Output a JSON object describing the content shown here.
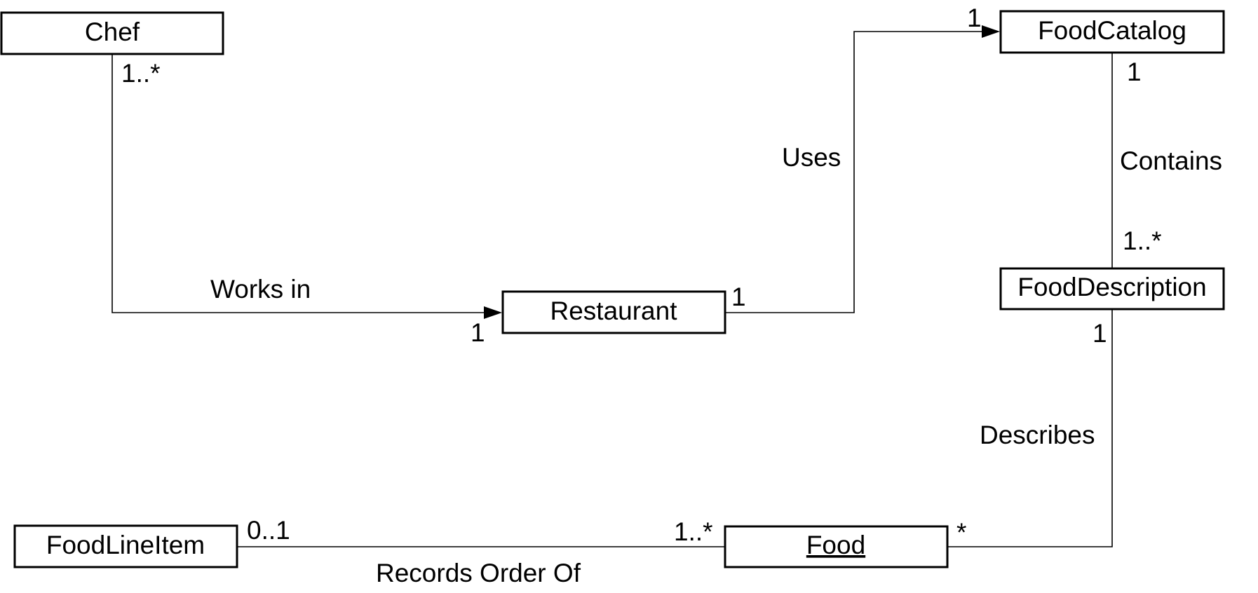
{
  "classes": {
    "chef": {
      "name": "Chef"
    },
    "food_catalog": {
      "name": "FoodCatalog"
    },
    "restaurant": {
      "name": "Restaurant"
    },
    "food_description": {
      "name": "FoodDescription"
    },
    "food_line_item": {
      "name": "FoodLineItem"
    },
    "food": {
      "name": "Food"
    }
  },
  "associations": {
    "works_in": {
      "label": "Works in",
      "source_multiplicity": "1..*",
      "target_multiplicity": "1"
    },
    "uses": {
      "label": "Uses",
      "source_multiplicity": "1",
      "target_multiplicity": "1"
    },
    "contains": {
      "label": "Contains",
      "source_multiplicity": "1",
      "target_multiplicity": "1..*"
    },
    "describes": {
      "label": "Describes",
      "source_multiplicity": "1",
      "target_multiplicity": "*"
    },
    "records_order_of": {
      "label": "Records Order Of",
      "source_multiplicity": "0..1",
      "target_multiplicity": "1..*"
    }
  }
}
